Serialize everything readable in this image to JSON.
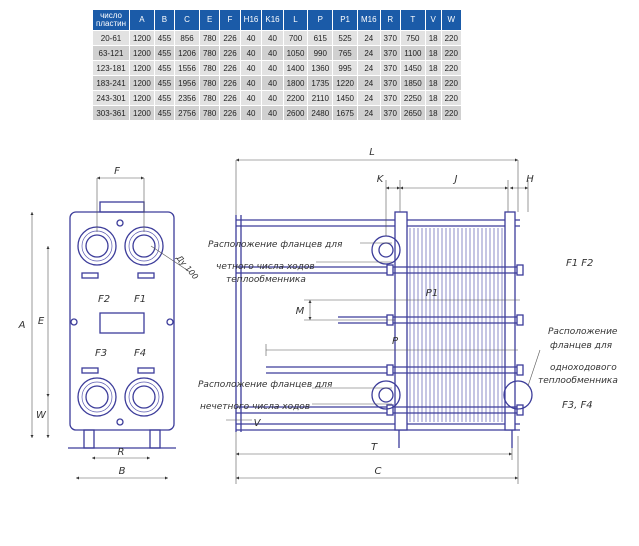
{
  "table": {
    "headers": [
      "число\nпластин",
      "A",
      "B",
      "C",
      "E",
      "F",
      "H16",
      "K16",
      "L",
      "P",
      "P1",
      "M16",
      "R",
      "T",
      "V",
      "W"
    ],
    "rows": [
      [
        "20-61",
        "1200",
        "455",
        "856",
        "780",
        "226",
        "40",
        "40",
        "700",
        "615",
        "525",
        "24",
        "370",
        "750",
        "18",
        "220"
      ],
      [
        "63-121",
        "1200",
        "455",
        "1206",
        "780",
        "226",
        "40",
        "40",
        "1050",
        "990",
        "765",
        "24",
        "370",
        "1100",
        "18",
        "220"
      ],
      [
        "123-181",
        "1200",
        "455",
        "1556",
        "780",
        "226",
        "40",
        "40",
        "1400",
        "1360",
        "995",
        "24",
        "370",
        "1450",
        "18",
        "220"
      ],
      [
        "183-241",
        "1200",
        "455",
        "1956",
        "780",
        "226",
        "40",
        "40",
        "1800",
        "1735",
        "1220",
        "24",
        "370",
        "1850",
        "18",
        "220"
      ],
      [
        "243-301",
        "1200",
        "455",
        "2356",
        "780",
        "226",
        "40",
        "40",
        "2200",
        "2110",
        "1450",
        "24",
        "370",
        "2250",
        "18",
        "220"
      ],
      [
        "303-361",
        "1200",
        "455",
        "2756",
        "780",
        "226",
        "40",
        "40",
        "2600",
        "2480",
        "1675",
        "24",
        "370",
        "2650",
        "18",
        "220"
      ]
    ]
  },
  "front_view": {
    "dim_f": "F",
    "dim_a": "A",
    "dim_e": "E",
    "dim_w": "W",
    "dim_r": "R",
    "dim_b": "B",
    "port_f2": "F2",
    "port_f1": "F1",
    "port_f3": "F3",
    "port_f4": "F4",
    "dn_label": "Ду 100"
  },
  "side_view": {
    "dim_l": "L",
    "dim_k": "K",
    "dim_j": "J",
    "dim_h": "H",
    "dim_p1": "P1",
    "dim_m": "M",
    "dim_p": "P",
    "dim_t": "T",
    "dim_c": "C",
    "dim_v": "V",
    "note_even_l1": "Расположение фланцев для",
    "note_even_l2": "четного числа ходов",
    "note_even_l3": "теплообменника",
    "note_odd_l1": "Расположение фланцев для",
    "note_odd_l2": "нечетного числа ходов",
    "note_right_l1": "Расположение",
    "note_right_l2": "фланцев для",
    "note_right_l3": "одноходового",
    "note_right_l4": "теплообменника",
    "label_f1f2": "F1  F2",
    "label_f3f4": "F3, F4"
  }
}
